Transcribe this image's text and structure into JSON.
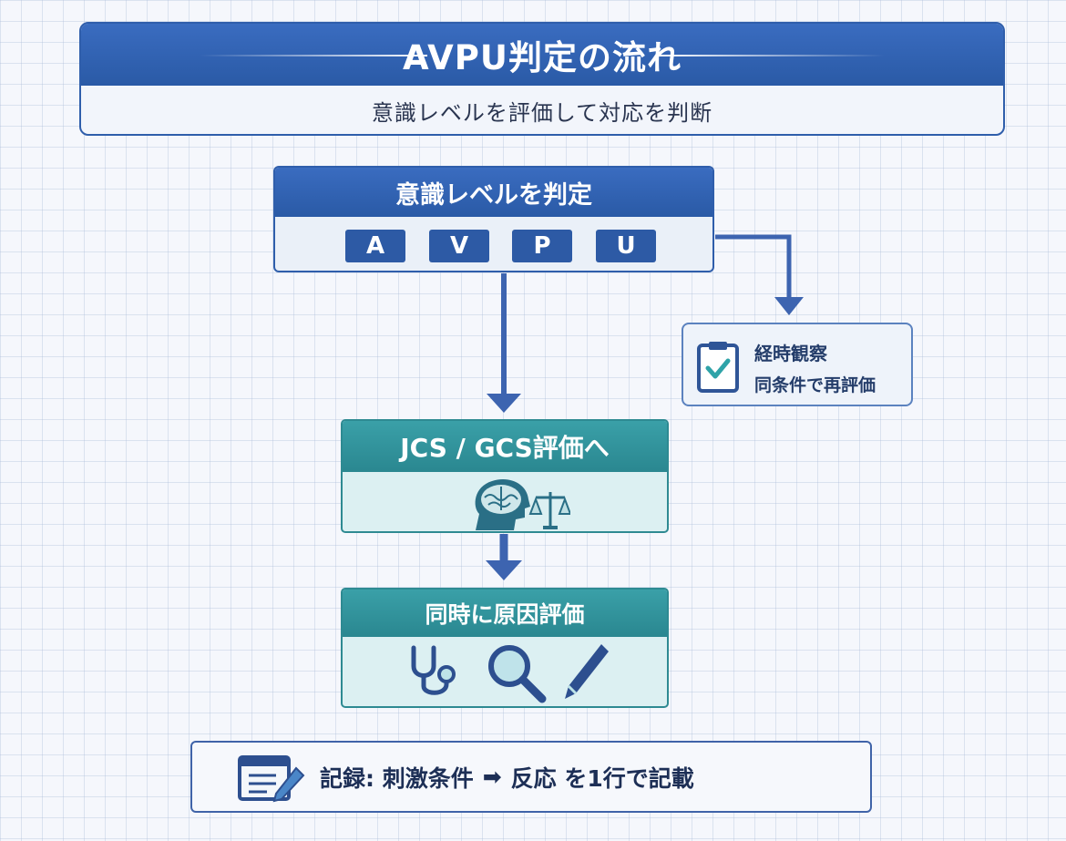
{
  "title": {
    "main": "AVPU判定の流れ",
    "subtitle": "意識レベルを評価して対応を判断"
  },
  "judge": {
    "heading": "意識レベルを判定",
    "levels": [
      "A",
      "V",
      "P",
      "U"
    ]
  },
  "observe": {
    "line1": "経時観察",
    "line2": "同条件で再評価",
    "icon": "clipboard-check-icon"
  },
  "jcs": {
    "heading": "JCS / GCS評価へ",
    "icon": "brain-scale-icon"
  },
  "cause": {
    "heading": "同時に原因評価",
    "icons": [
      "stethoscope-icon",
      "magnifier-icon",
      "pen-icon"
    ]
  },
  "record": {
    "label": "記録: 刺激条件",
    "arrow": "➡",
    "result": "反応 を1行で記載",
    "icon": "notepad-pen-icon"
  },
  "colors": {
    "blue": "#2f5eab",
    "teal": "#2e8a92",
    "arrow": "#3d64b0"
  }
}
